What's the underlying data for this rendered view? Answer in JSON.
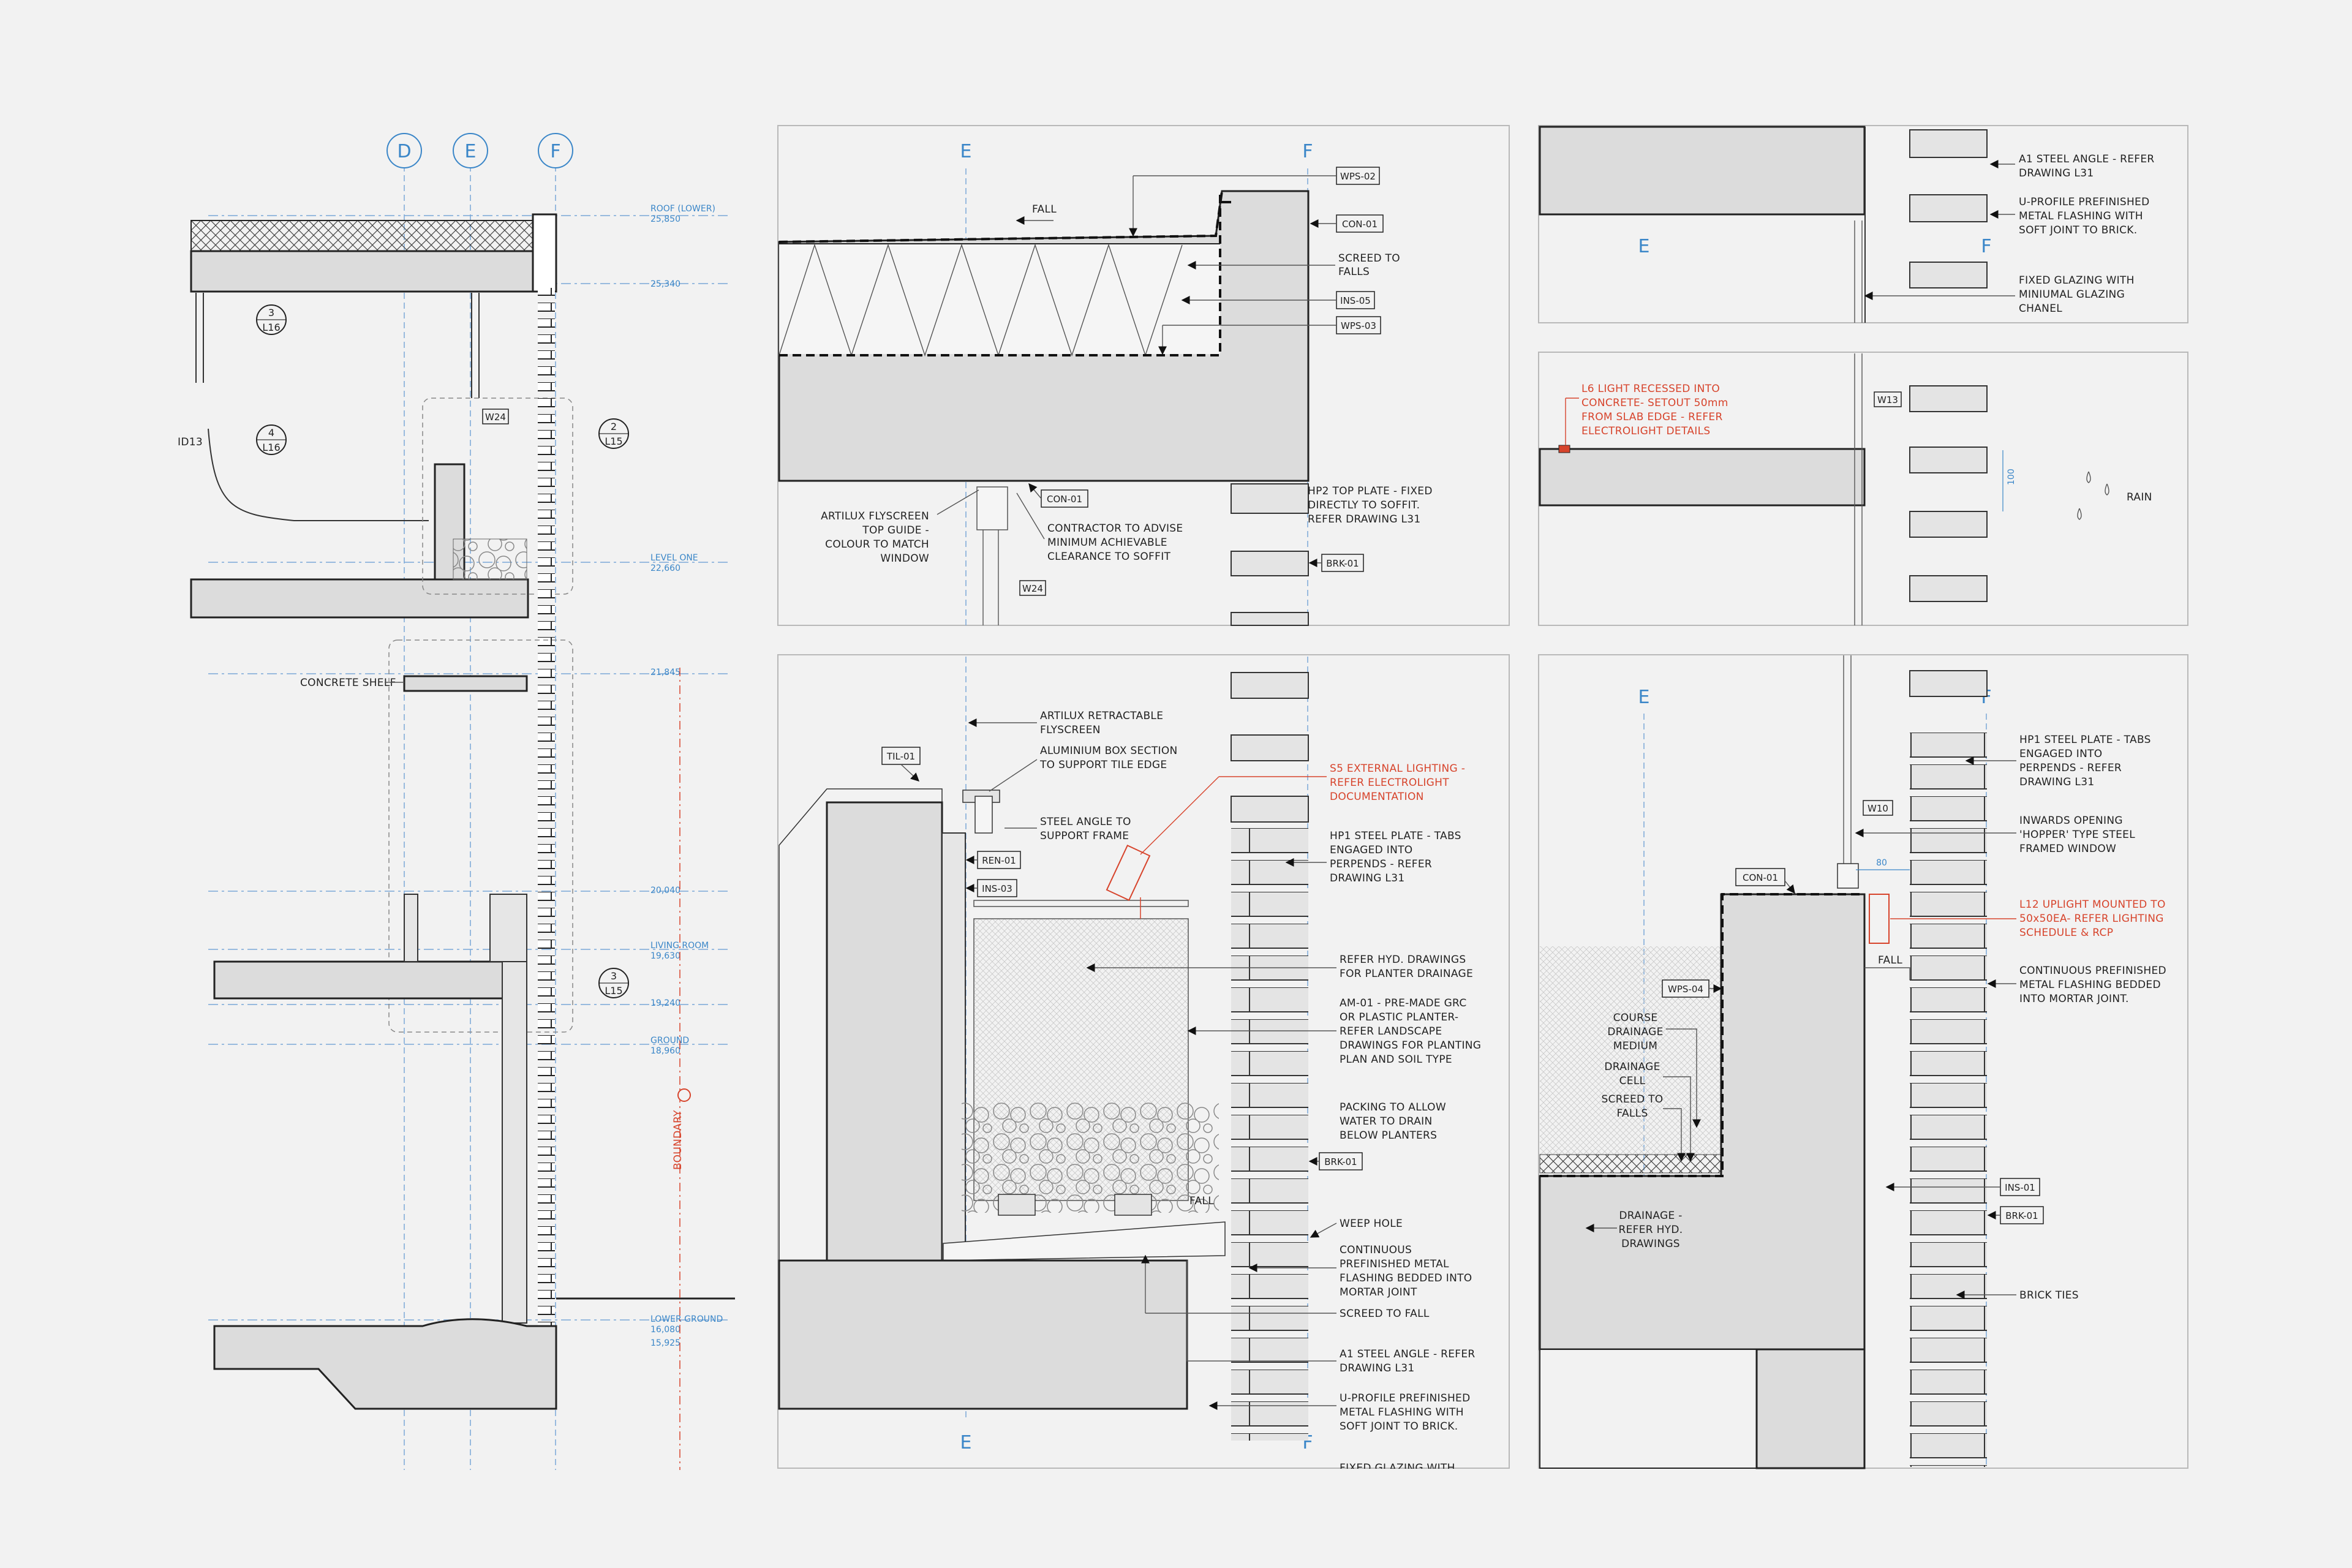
{
  "grid": {
    "d": "D",
    "e": "E",
    "f": "F"
  },
  "section": {
    "levels": [
      {
        "name": "ROOF (LOWER)",
        "value": "25,850"
      },
      {
        "name": "",
        "value": "25,340"
      },
      {
        "name": "LEVEL ONE",
        "value": "22,660"
      },
      {
        "name": "",
        "value": "21,845"
      },
      {
        "name": "",
        "value": "20,040"
      },
      {
        "name": "LIVING ROOM",
        "value": "19,630"
      },
      {
        "name": "",
        "value": "19,240"
      },
      {
        "name": "GROUND",
        "value": "18,960"
      },
      {
        "name": "LOWER GROUND",
        "value": "16,080"
      },
      {
        "name": "",
        "value": "15,925"
      }
    ],
    "bubbles": [
      {
        "num": "3",
        "ref": "L16"
      },
      {
        "num": "4",
        "ref": "L16"
      },
      {
        "num": "2",
        "ref": "L15"
      },
      {
        "num": "3",
        "ref": "L15"
      }
    ],
    "id_label": "ID13",
    "w24": "W24",
    "concrete_shelf": "CONCRETE SHELF",
    "boundary": "BOUNDARY"
  },
  "p1": {
    "fall": "FALL",
    "tags": {
      "wps02": "WPS-02",
      "con01": "CON-01",
      "ins05": "INS-05",
      "wps03": "WPS-03",
      "con01b": "CON-01",
      "brk01": "BRK-01",
      "w24": "W24"
    },
    "screed": [
      "SCREED TO",
      "FALLS"
    ],
    "artilux": [
      "ARTILUX FLYSCREEN",
      "TOP GUIDE -",
      "COLOUR TO MATCH",
      "WINDOW"
    ],
    "contractor": [
      "CONTRACTOR TO ADVISE",
      "MINIMUM ACHIEVABLE",
      "CLEARANCE TO SOFFIT"
    ],
    "hp2": [
      "HP2 TOP PLATE - FIXED",
      "DIRECTLY TO SOFFIT.",
      "REFER DRAWING L31"
    ]
  },
  "p2": {
    "a1": [
      "A1 STEEL ANGLE - REFER",
      "DRAWING L31"
    ],
    "uprofile": [
      "U-PROFILE PREFINISHED",
      "METAL FLASHING WITH",
      "SOFT JOINT TO BRICK."
    ],
    "fixed": [
      "FIXED GLAZING WITH",
      "MINIUMAL GLAZING",
      "CHANEL"
    ]
  },
  "p3": {
    "l6": [
      "L6 LIGHT RECESSED INTO",
      "CONCRETE- SETOUT 50mm",
      "FROM SLAB EDGE - REFER",
      "ELECTROLIGHT DETAILS"
    ],
    "w13": "W13",
    "dim": "100",
    "rain": "RAIN"
  },
  "p4": {
    "tags": {
      "til01": "TIL-01",
      "ren01": "REN-01",
      "ins03": "INS-03",
      "brk01": "BRK-01"
    },
    "fall": "FALL",
    "artilux": [
      "ARTILUX RETRACTABLE",
      "FLYSCREEN"
    ],
    "aluminium": [
      "ALUMINIUM BOX SECTION",
      "TO SUPPORT TILE EDGE"
    ],
    "steel": [
      "STEEL ANGLE TO",
      "SUPPORT FRAME"
    ],
    "s5": [
      "S5 EXTERNAL LIGHTING -",
      "REFER ELECTROLIGHT",
      "DOCUMENTATION"
    ],
    "hp1": [
      "HP1 STEEL PLATE - TABS",
      "ENGAGED INTO",
      "PERPENDS - REFER",
      "DRAWING L31"
    ],
    "hyd": [
      "REFER HYD. DRAWINGS",
      "FOR PLANTER DRAINAGE"
    ],
    "am01": [
      "AM-01 - PRE-MADE GRC",
      "OR PLASTIC PLANTER-",
      "REFER LANDSCAPE",
      "DRAWINGS FOR PLANTING",
      "PLAN AND SOIL TYPE"
    ],
    "packing": [
      "PACKING TO ALLOW",
      "WATER TO DRAIN",
      "BELOW PLANTERS"
    ],
    "weep": "WEEP HOLE",
    "continuous": [
      "CONTINUOUS",
      "PREFINISHED METAL",
      "FLASHING BEDDED INTO",
      "MORTAR JOINT"
    ],
    "screed": "SCREED TO FALL",
    "a1": [
      "A1 STEEL ANGLE - REFER",
      "DRAWING L31"
    ],
    "uprofile": [
      "U-PROFILE PREFINISHED",
      "METAL FLASHING WITH",
      "SOFT JOINT TO BRICK."
    ],
    "cut": "FIXED GLAZING WITH"
  },
  "p5": {
    "tags": {
      "con01": "CON-01",
      "wps04": "WPS-04",
      "ins01": "INS-01",
      "brk01": "BRK-01",
      "w10": "W10"
    },
    "dim": "80",
    "fall": "FALL",
    "hp1": [
      "HP1 STEEL PLATE - TABS",
      "ENGAGED INTO",
      "PERPENDS - REFER",
      "DRAWING L31"
    ],
    "inwards": [
      "INWARDS OPENING",
      "'HOPPER' TYPE STEEL",
      "FRAMED WINDOW"
    ],
    "l12": [
      "L12 UPLIGHT MOUNTED TO",
      "50x50EA- REFER LIGHTING",
      "SCHEDULE & RCP"
    ],
    "continuous": [
      "CONTINUOUS PREFINISHED",
      "METAL FLASHING BEDDED",
      "INTO MORTAR JOINT."
    ],
    "course": [
      "COURSE",
      "DRAINAGE",
      "MEDIUM"
    ],
    "cell": [
      "DRAINAGE",
      "CELL"
    ],
    "screed": [
      "SCREED TO",
      "FALLS"
    ],
    "drainage": [
      "DRAINAGE -",
      "REFER HYD.",
      "DRAWINGS"
    ],
    "ties": "BRICK TIES"
  }
}
